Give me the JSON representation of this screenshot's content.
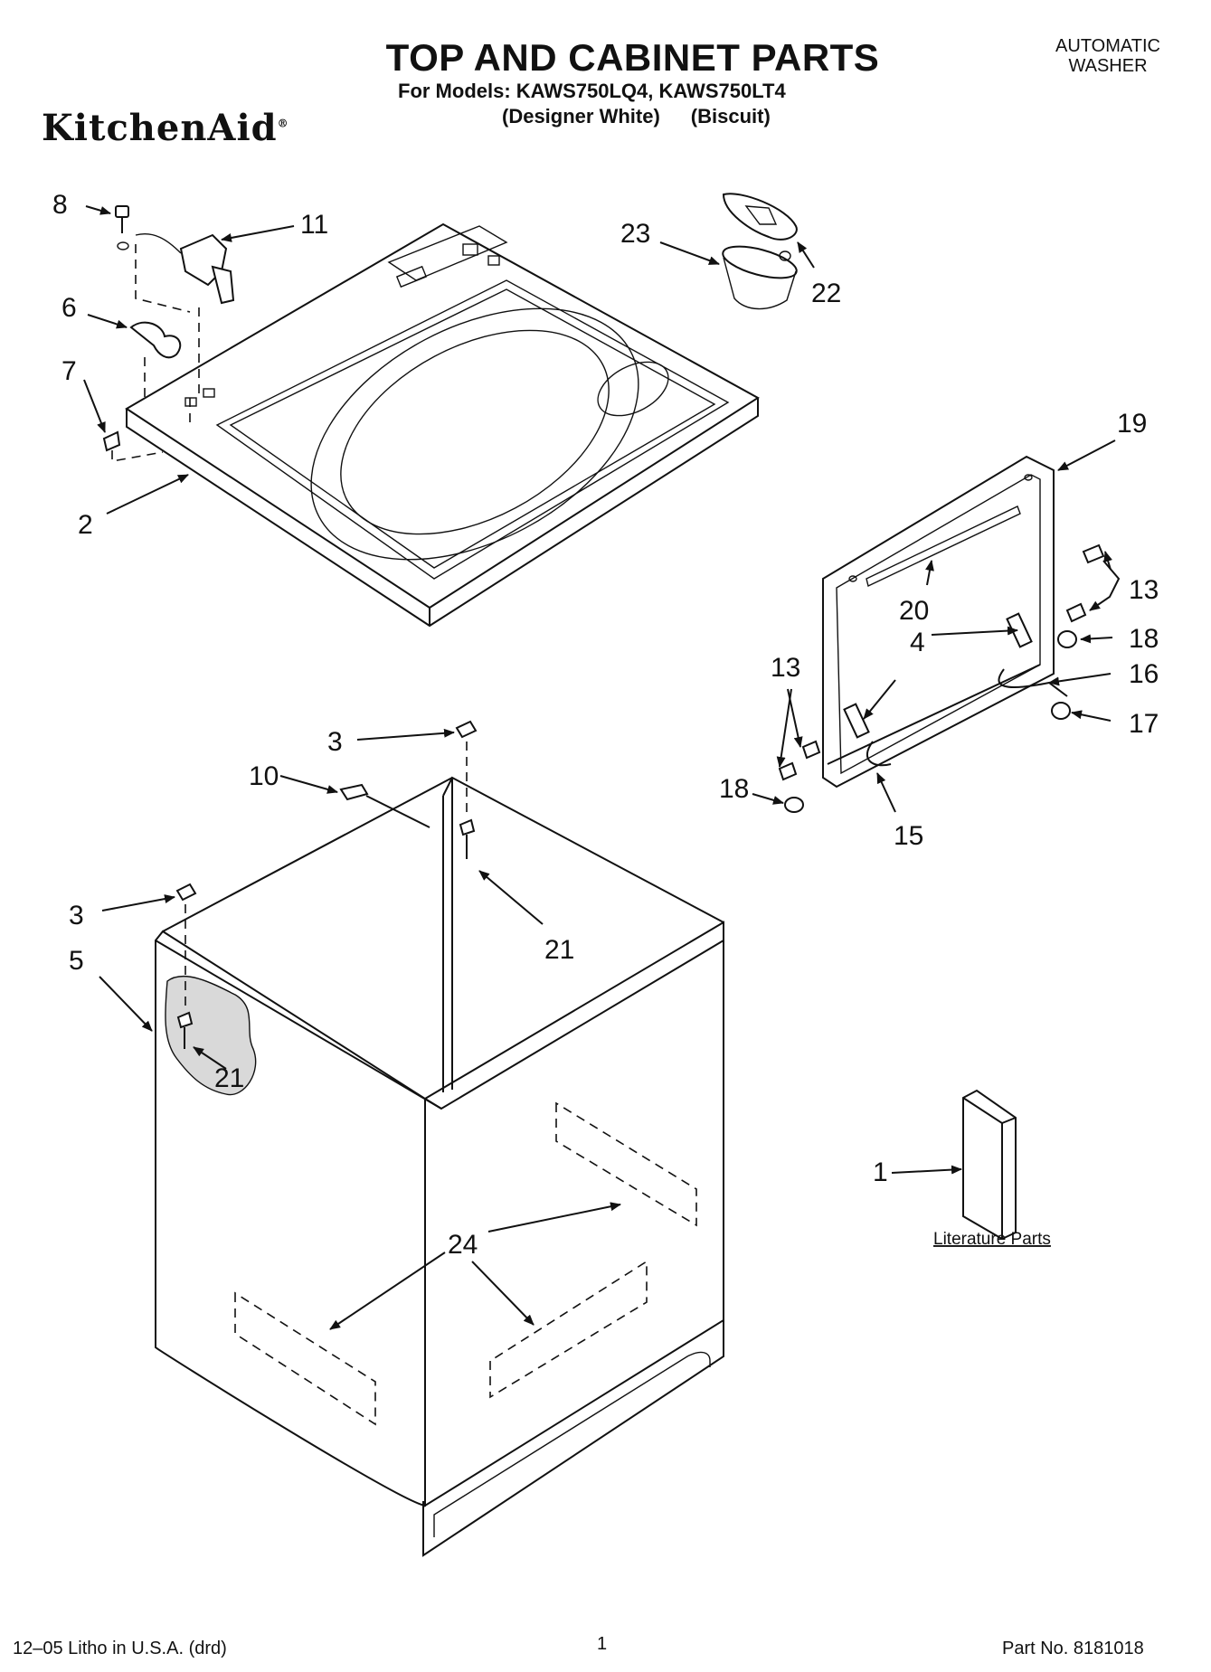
{
  "header": {
    "title": "TOP AND CABINET PARTS",
    "models": "For Models: KAWS750LQ4, KAWS750LT4",
    "color_1": "(Designer White)",
    "color_2": "(Biscuit)",
    "brand": "KitchenAid",
    "appliance_line1": "AUTOMATIC",
    "appliance_line2": "WASHER"
  },
  "callouts": {
    "c8": "8",
    "c11": "11",
    "c6": "6",
    "c7": "7",
    "c2": "2",
    "c23": "23",
    "c22": "22",
    "c19": "19",
    "c13a": "13",
    "c20": "20",
    "c4": "4",
    "c18a": "18",
    "c16": "16",
    "c13b": "13",
    "c17": "17",
    "c18b": "18",
    "c15": "15",
    "c3a": "3",
    "c10": "10",
    "c21a": "21",
    "c3b": "3",
    "c5": "5",
    "c21b": "21",
    "c1": "1",
    "c24": "24"
  },
  "literature_label": "Literature Parts",
  "footer": {
    "litho": "12–05 Litho in U.S.A. (drd)",
    "page": "1",
    "part_no": "Part No. 8181018"
  }
}
